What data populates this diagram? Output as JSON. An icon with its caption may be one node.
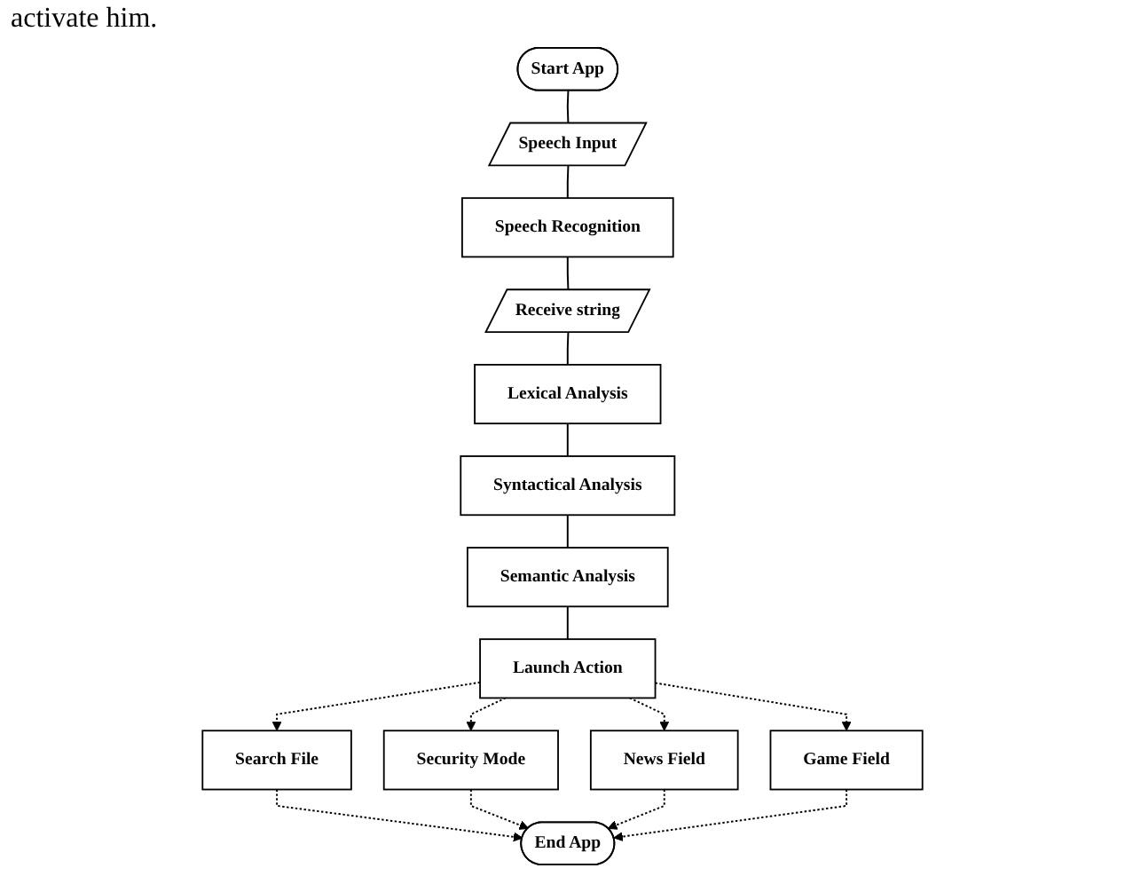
{
  "diagram": {
    "nodes": [
      {
        "text": [
          "Start App"
        ]
      },
      {
        "text": [
          "Speech Input"
        ]
      },
      {
        "text": [
          "Speech Recognition"
        ]
      },
      {
        "text": [
          "Receive string"
        ]
      },
      {
        "text": [
          "Lexical Analysis"
        ]
      },
      {
        "text": [
          "Syntactical Analysis"
        ]
      },
      {
        "text": [
          "Semantic Analysis"
        ]
      },
      {
        "text": [
          "Launch Action"
        ]
      },
      {
        "text": [
          "Search File"
        ]
      },
      {
        "text": [
          "Security Mode"
        ]
      },
      {
        "text": [
          "News Field"
        ]
      },
      {
        "text": [
          "Game Field"
        ]
      },
      {
        "text": [
          "End App"
        ]
      }
    ],
    "edges": [
      {
        "from": 0,
        "to": 1,
        "arrow": "none"
      },
      {
        "from": 1,
        "to": 2,
        "arrow": "none"
      },
      {
        "from": 2,
        "to": 3,
        "arrow": "none"
      },
      {
        "from": 3,
        "to": 4,
        "arrow": "none"
      },
      {
        "from": 4,
        "to": 5,
        "arrow": "none"
      },
      {
        "from": 5,
        "to": 6,
        "arrow": "none"
      },
      {
        "from": 6,
        "to": 7,
        "arrow": "none"
      },
      {
        "from": 7,
        "to": 8,
        "arrow": "to",
        "style": "dashed"
      },
      {
        "from": 7,
        "to": 9,
        "arrow": "to",
        "style": "dashed"
      },
      {
        "from": 7,
        "to": 10,
        "arrow": "to",
        "style": "dashed"
      },
      {
        "from": 7,
        "to": 11,
        "arrow": "to",
        "style": "dashed"
      },
      {
        "from": 8,
        "to": 12,
        "arrow": "to",
        "style": "dashed"
      },
      {
        "from": 9,
        "to": 12,
        "arrow": "to",
        "style": "dashed"
      },
      {
        "from": 10,
        "to": 12,
        "arrow": "to",
        "style": "dashed"
      },
      {
        "from": 11,
        "to": 12,
        "arrow": "to",
        "style": "dashed"
      }
    ],
    "labels": [
      "activate him."
    ]
  }
}
